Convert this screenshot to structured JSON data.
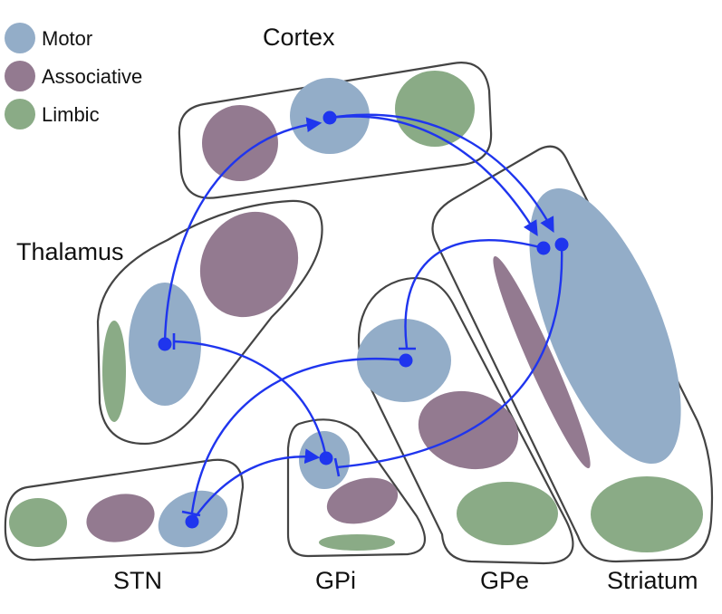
{
  "colors": {
    "motor": "#93adc8",
    "associative": "#937a90",
    "limbic": "#8aab86",
    "pathway": "#1f35ee",
    "outline": "#444444"
  },
  "legend": [
    {
      "label": "Motor",
      "color": "#93adc8"
    },
    {
      "label": "Associative",
      "color": "#937a90"
    },
    {
      "label": "Limbic",
      "color": "#8aab86"
    }
  ],
  "regions": {
    "cortex": "Cortex",
    "thalamus": "Thalamus",
    "stn": "STN",
    "gpi": "GPi",
    "gpe": "GPe",
    "striatum": "Striatum"
  }
}
